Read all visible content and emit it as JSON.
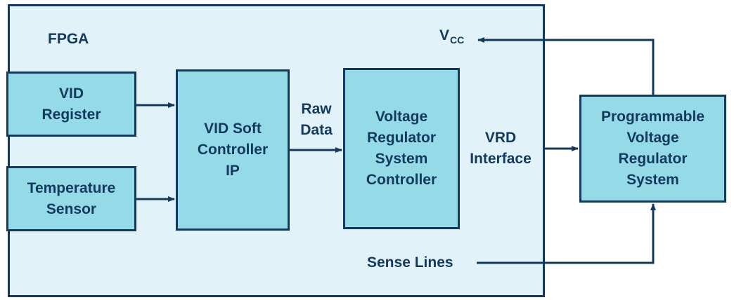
{
  "fpga": {
    "label": "FPGA"
  },
  "blocks": {
    "vid_register": {
      "line1": "VID",
      "line2": "Register"
    },
    "temperature_sensor": {
      "line1": "Temperature",
      "line2": "Sensor"
    },
    "vid_soft_controller": {
      "line1": "VID Soft",
      "line2": "Controller",
      "line3": "IP"
    },
    "vr_system_controller": {
      "line1": "Voltage",
      "line2": "Regulator",
      "line3": "System",
      "line4": "Controller"
    },
    "programmable_vr": {
      "line1": "Programmable",
      "line2": "Voltage",
      "line3": "Regulator",
      "line4": "System"
    }
  },
  "signals": {
    "raw_data": {
      "line1": "Raw",
      "line2": "Data"
    },
    "vrd_interface": {
      "line1": "VRD",
      "line2": "Interface"
    },
    "vcc": {
      "main": "V",
      "subscript": "CC"
    },
    "sense_lines": "Sense Lines"
  },
  "colors": {
    "outline": "#133a5e",
    "block_fill": "#94dae7",
    "fpga_fill": "#e1f3f8"
  }
}
